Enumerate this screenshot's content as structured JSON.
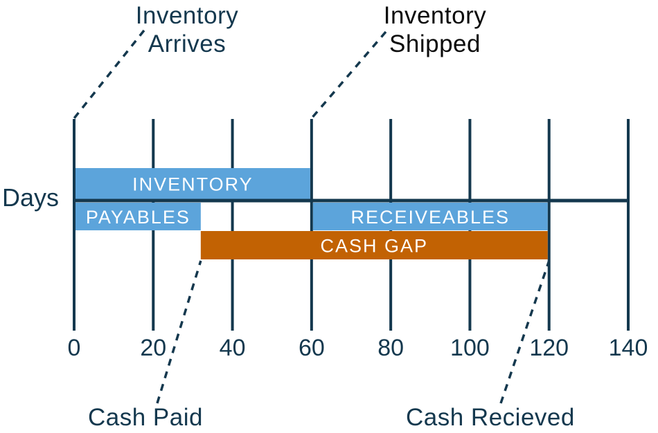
{
  "colors": {
    "navy": "#14384E",
    "label_black": "#0B0B0B",
    "bar_blue": "#5CA4DB",
    "bar_orange": "#C26203",
    "bar_text": "#FFFFFF",
    "background": "#FFFFFF"
  },
  "chart_data": {
    "type": "bar",
    "subtype": "horizontal-gantt-timeline",
    "title": "",
    "xlabel": "Days",
    "ylabel": "",
    "xlim": [
      0,
      140
    ],
    "x_ticks": [
      0,
      20,
      40,
      60,
      80,
      100,
      120,
      140
    ],
    "grid": true,
    "bars": [
      {
        "id": "inventory",
        "label": "INVENTORY",
        "start": 0,
        "end": 60,
        "row": "above-axis",
        "color": "#5CA4DB"
      },
      {
        "id": "payables",
        "label": "PAYABLES",
        "start": 0,
        "end": 32,
        "row": "below-axis-1",
        "color": "#5CA4DB"
      },
      {
        "id": "receivables",
        "label": "RECEIVEABLES",
        "start": 60,
        "end": 120,
        "row": "below-axis-1",
        "color": "#5CA4DB"
      },
      {
        "id": "cash-gap",
        "label": "CASH GAP",
        "start": 32,
        "end": 120,
        "row": "below-axis-2",
        "color": "#C26203"
      }
    ],
    "annotations": [
      {
        "id": "inventory-arrives",
        "label": "Inventory\nArrives",
        "day": 0,
        "attach": "axis-top",
        "color_key": "navy"
      },
      {
        "id": "inventory-shipped",
        "label": "Inventory\nShipped",
        "day": 60,
        "attach": "axis-top",
        "color_key": "label_black"
      },
      {
        "id": "cash-paid",
        "label": "Cash Paid",
        "day": 32,
        "attach": "bar-bottom",
        "color_key": "navy"
      },
      {
        "id": "cash-recieved",
        "label": "Cash Recieved",
        "day": 120,
        "attach": "bar-bottom",
        "color_key": "navy"
      }
    ]
  }
}
